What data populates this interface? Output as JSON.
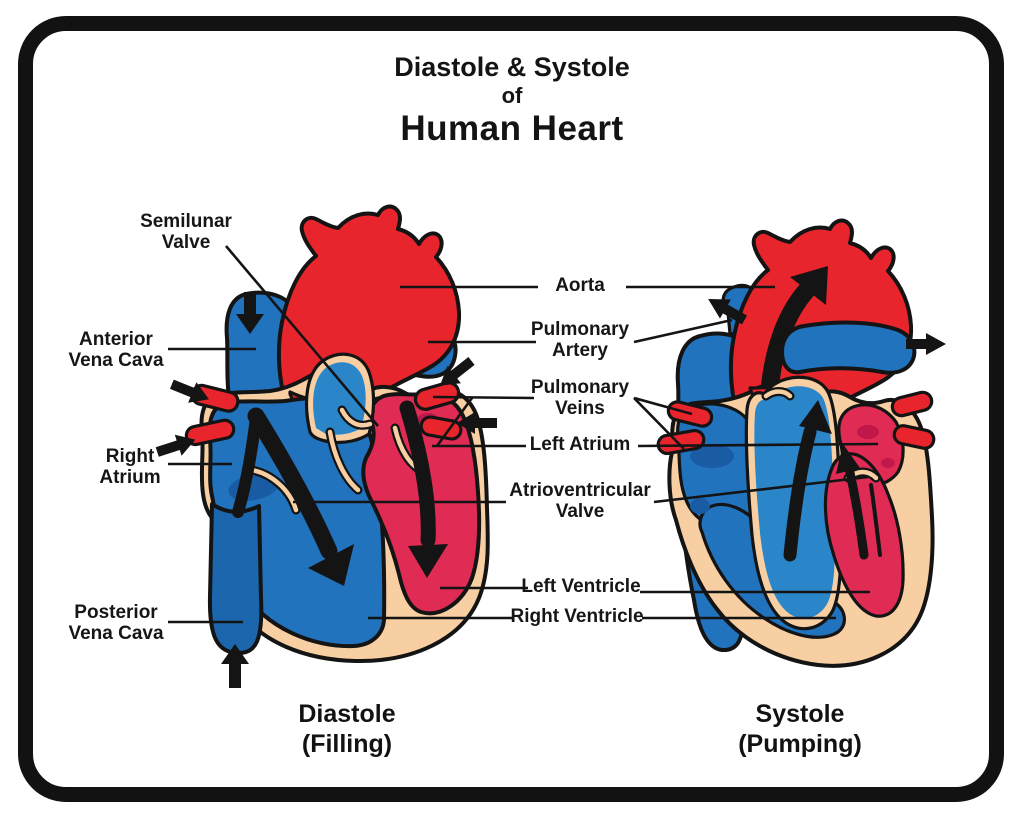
{
  "title": {
    "line1": "Diastole & Systole",
    "line2": "of",
    "line3": "Human Heart"
  },
  "panels": {
    "left": {
      "caption": "Diastole\n(Filling)",
      "phase": "Diastole",
      "action": "Filling"
    },
    "right": {
      "caption": "Systole\n(Pumping)",
      "phase": "Systole",
      "action": "Pumping"
    }
  },
  "labels": {
    "semilunar_valve": "Semilunar\nValve",
    "anterior_vena_cava": "Anterior\nVena Cava",
    "right_atrium": "Right\nAtrium",
    "posterior_vena_cava": "Posterior\nVena Cava",
    "aorta": "Aorta",
    "pulmonary_artery": "Pulmonary\nArtery",
    "pulmonary_veins": "Pulmonary\nVeins",
    "left_atrium": "Left Atrium",
    "atrioventricular_valve": "Atrioventricular\nValve",
    "left_ventricle": "Left Ventricle",
    "right_ventricle": "Right Ventricle"
  },
  "colors": {
    "oxygenated_red": "#E8252C",
    "deoxygenated_blue": "#2173BE",
    "light_chamber_blue": "#2B85C9",
    "vena_cava_blue": "#1B66AC",
    "dark_blue_patch": "#1A5CA4",
    "left_heart_crimson": "#E02B55",
    "dark_crimson_patch": "#C0184A",
    "heart_wall_tan": "#F7CFA2",
    "arrow_black": "#141414",
    "border_black": "#121212",
    "background": "#FFFFFF"
  }
}
